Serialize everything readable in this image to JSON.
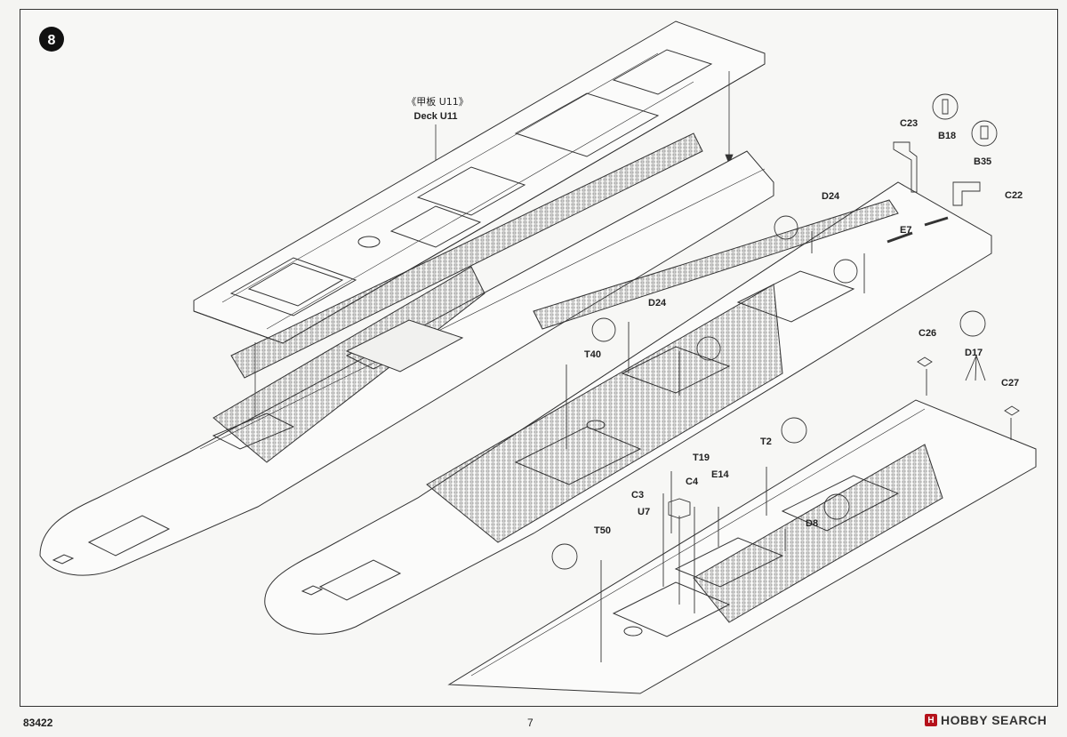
{
  "step": {
    "number": "8"
  },
  "deck_label": {
    "cn": "《甲板 U11》",
    "en": "Deck U11"
  },
  "parts": [
    {
      "id": "C23",
      "text": "C23"
    },
    {
      "id": "B18",
      "text": "B18"
    },
    {
      "id": "B35",
      "text": "B35"
    },
    {
      "id": "C22",
      "text": "C22"
    },
    {
      "id": "D24a",
      "text": "D24"
    },
    {
      "id": "E7",
      "text": "E7"
    },
    {
      "id": "D24b",
      "text": "D24"
    },
    {
      "id": "T40",
      "text": "T40"
    },
    {
      "id": "C26",
      "text": "C26"
    },
    {
      "id": "D17",
      "text": "D17"
    },
    {
      "id": "C27",
      "text": "C27"
    },
    {
      "id": "T2",
      "text": "T2"
    },
    {
      "id": "T19",
      "text": "T19"
    },
    {
      "id": "C4",
      "text": "C4"
    },
    {
      "id": "E14",
      "text": "E14"
    },
    {
      "id": "C3",
      "text": "C3"
    },
    {
      "id": "U7",
      "text": "U7"
    },
    {
      "id": "D8",
      "text": "D8"
    },
    {
      "id": "T50",
      "text": "T50"
    }
  ],
  "footer": {
    "code": "83422",
    "page": "7"
  },
  "watermark": {
    "text": "HOBBY SEARCH",
    "mark": "H"
  }
}
